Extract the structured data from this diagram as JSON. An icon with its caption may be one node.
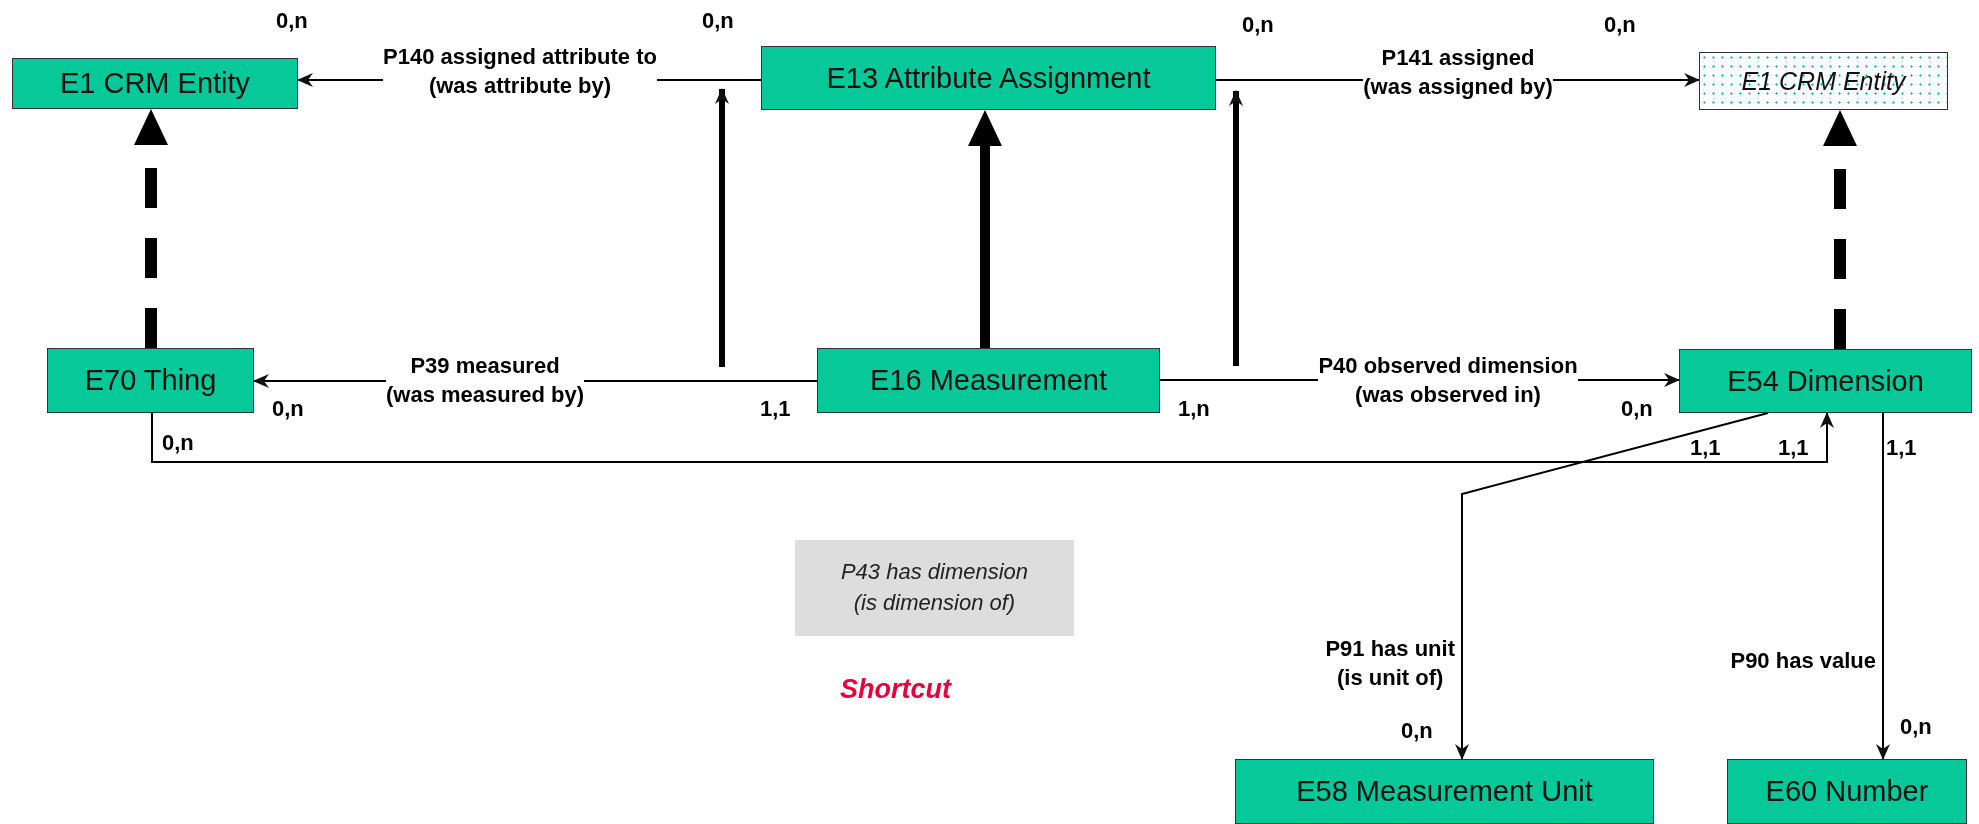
{
  "diagram": {
    "nodes": [
      {
        "text": [
          "E1 CRM Entity"
        ]
      },
      {
        "text": [
          "E13 Attribute Assignment"
        ]
      },
      {
        "text": [
          "E1 CRM Entity"
        ]
      },
      {
        "text": [
          "E70 Thing"
        ]
      },
      {
        "text": [
          "E16 Measurement"
        ]
      },
      {
        "text": [
          "E54 Dimension"
        ]
      },
      {
        "text": [
          "E58 Measurement Unit"
        ]
      },
      {
        "text": [
          "E60 Number"
        ]
      },
      {
        "text": [
          "P43 has dimension (is dimension of)"
        ]
      }
    ],
    "edges": [
      {
        "from": 1,
        "to": 0,
        "arrow": "to",
        "label": "P140 assigned attribute to (was attribute by)"
      },
      {
        "from": 1,
        "to": 2,
        "arrow": "to",
        "label": "P141 assigned (was assigned by)"
      },
      {
        "from": 4,
        "to": 3,
        "arrow": "to",
        "label": "P39 measured (was measured by)"
      },
      {
        "from": 4,
        "to": 5,
        "arrow": "to",
        "label": "P40 observed dimension (was observed in)"
      },
      {
        "from": 3,
        "to": 0,
        "arrow": "to",
        "style": "dashed"
      },
      {
        "from": 5,
        "to": 2,
        "arrow": "to",
        "style": "dashed"
      },
      {
        "from": 4,
        "to": 1,
        "arrow": "to",
        "style": "thick"
      },
      {
        "from": 3,
        "to": 5,
        "arrow": "to"
      },
      {
        "from": 5,
        "to": 6,
        "arrow": "to",
        "label": "P91 has unit (is unit of)"
      },
      {
        "from": 5,
        "to": 7,
        "arrow": "to",
        "label": "P90 has value"
      }
    ],
    "labels": [
      "0,n",
      "0,n",
      "0,n",
      "0,n",
      "0,n",
      "1,1",
      "1,n",
      "0,n",
      "0,n",
      "1,1",
      "1,1",
      "1,1",
      "0,n",
      "0,n",
      "Shortcut"
    ]
  }
}
